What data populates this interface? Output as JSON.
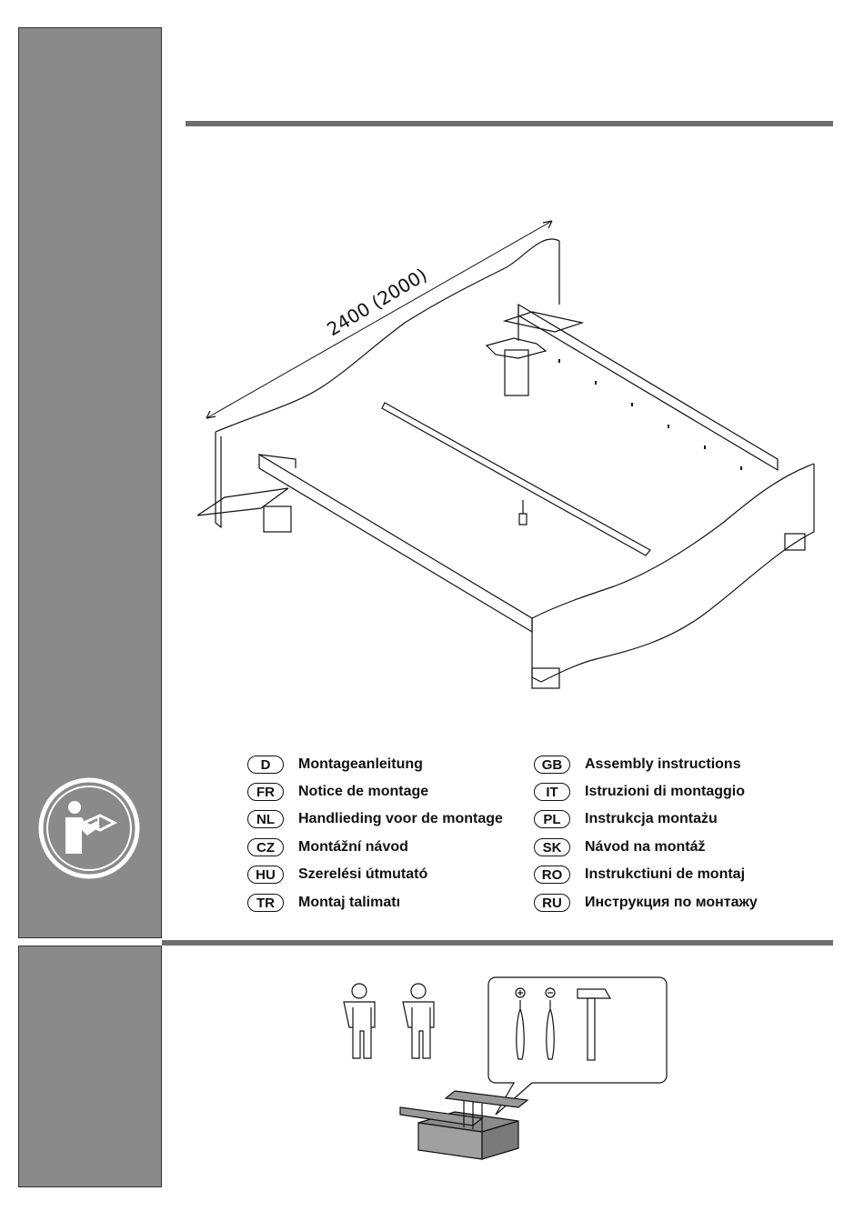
{
  "dimension_label": "2400 (2000)",
  "languages_left": [
    {
      "code": "D",
      "text": "Montageanleitung"
    },
    {
      "code": "FR",
      "text": "Notice de montage"
    },
    {
      "code": "NL",
      "text": "Handlieding voor de montage"
    },
    {
      "code": "CZ",
      "text": "Montážní návod"
    },
    {
      "code": "HU",
      "text": "Szerelési útmutató"
    },
    {
      "code": "TR",
      "text": "Montaj talimatı"
    }
  ],
  "languages_right": [
    {
      "code": "GB",
      "text": "Assembly instructions"
    },
    {
      "code": "IT",
      "text": "Istruzioni di montaggio"
    },
    {
      "code": "PL",
      "text": "Instrukcja montażu"
    },
    {
      "code": "SK",
      "text": "Návod na montáž"
    },
    {
      "code": "RO",
      "text": "Instrukctiuni de montaj"
    },
    {
      "code": "RU",
      "text": "Инструкция по монтажу"
    }
  ],
  "icons": {
    "manual": "read-manual-icon",
    "people": "two-persons-icon",
    "tools": [
      "phillips-screwdriver-icon",
      "flat-screwdriver-icon",
      "hammer-icon",
      "toolbox-icon"
    ]
  }
}
